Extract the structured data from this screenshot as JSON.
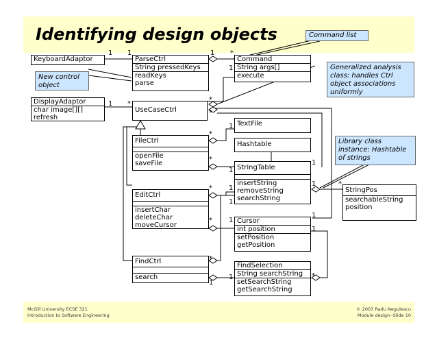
{
  "title": "Identifying design objects",
  "footer": {
    "left_line1": "McGill University ECSE 321",
    "left_line2": "Introduction to Software Engineering",
    "right_line1": "© 2003 Radu Negulescu",
    "right_line2": "Module design--Slide 10"
  },
  "notes": {
    "command_list": "Command list",
    "new_control": "New control object",
    "generalized": "Generalized analysis class: handles Ctrl object associations uniformly",
    "library": "Library class instance: Hashtable of strings"
  },
  "classes": {
    "keyboard_adaptor": {
      "name": "KeyboardAdaptor"
    },
    "display_adaptor": {
      "name": "DisplayAdaptor",
      "attrs": [
        "char image[][]",
        "refresh"
      ]
    },
    "parse_ctrl": {
      "name": "ParseCtrl",
      "attrs": [
        "String pressedKeys"
      ],
      "ops": [
        "readKeys",
        "parse"
      ]
    },
    "command": {
      "name": "Command",
      "attrs": [
        "String args[]"
      ],
      "ops": [
        "execute"
      ]
    },
    "use_case_ctrl": {
      "name": "UseCaseCtrl"
    },
    "text_file": {
      "name": "TextFile"
    },
    "hashtable": {
      "name": "Hashtable"
    },
    "file_ctrl": {
      "name": "FileCtrl",
      "ops": [
        "openFile",
        "saveFile"
      ]
    },
    "string_table": {
      "name": "StringTable",
      "ops": [
        "insertString",
        "removeString",
        "searchString"
      ]
    },
    "string_pos": {
      "name": "StringPos",
      "ops": [
        "searchableString",
        "position"
      ]
    },
    "edit_ctrl": {
      "name": "EditCtrl",
      "ops": [
        "insertChar",
        "deleteChar",
        "moveCursor"
      ]
    },
    "cursor": {
      "name": "Cursor",
      "attrs": [
        "int position"
      ],
      "ops": [
        "setPosition",
        "getPosition"
      ]
    },
    "find_ctrl": {
      "name": "FindCtrl",
      "ops": [
        "search"
      ]
    },
    "find_selection": {
      "name": "FindSelection",
      "attrs": [
        "String searchString"
      ],
      "ops": [
        "setSearchString",
        "getSearchString"
      ]
    }
  },
  "multiplicities": {
    "kb_parse_left": "1",
    "kb_parse_right": "1",
    "parse_cmd_left": "1",
    "parse_cmd_right": "*",
    "cmd_ucc_one": "1",
    "disp_ucc_left": "1",
    "disp_ucc_right": "*",
    "ucc_star_1": "*",
    "ucc_star_2": "*",
    "textfile_one": "1",
    "file_star_1": "*",
    "file_star_2": "*",
    "strtable_one_left": "1",
    "strtable_one_right": "1",
    "edit_star": "*",
    "edit_one": "1",
    "edit_one_b": "1",
    "strtable_strpos_one": "1",
    "strpos_star": "*",
    "cursor_one_left": "1",
    "cursor_one_right": "1",
    "edit_cursor_star": "*",
    "cursor_top_one": "1",
    "find_star": "*",
    "find_one": "1",
    "find_one_b": "1",
    "findsel_star": "*"
  },
  "colors": {
    "band": "#ffffcc",
    "note": "#cce6ff",
    "line": "#000000"
  }
}
